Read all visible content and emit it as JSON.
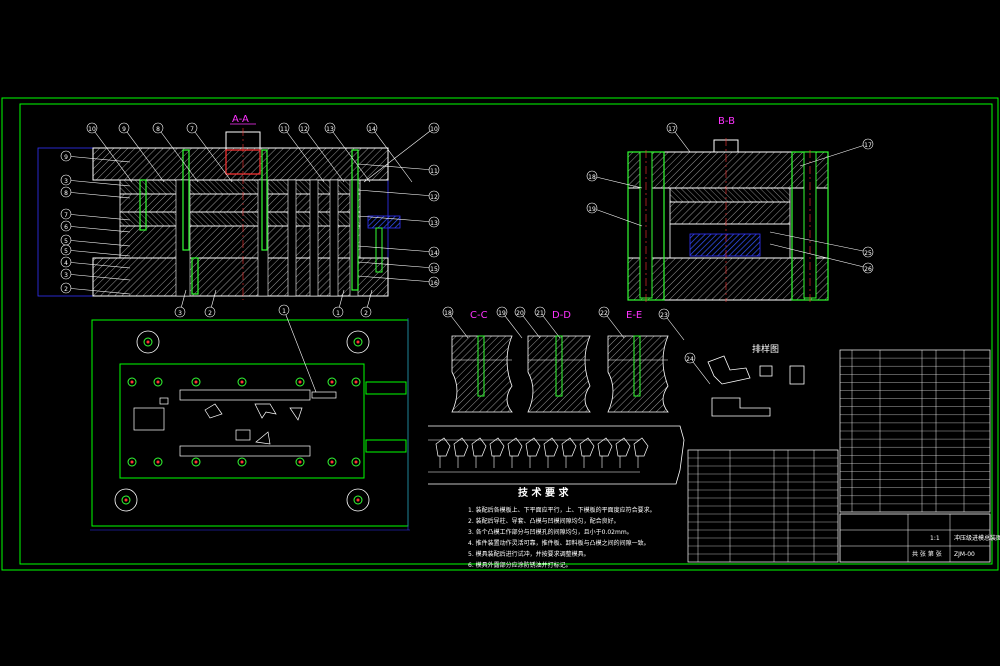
{
  "drawing": {
    "colors": {
      "background": "#000000",
      "frame": "#00ff00",
      "outline": "#ffffff",
      "hatch": "#ffffff",
      "part_green": "#33ff33",
      "section_label": "#ff33ff",
      "centerline": "#ff3333",
      "dimension": "#3333ff",
      "slab_fill": "#0a0a0a"
    },
    "section_labels": {
      "aa": "A-A",
      "bb": "B-B",
      "cc": "C-C",
      "dd": "D-D",
      "ee": "E-E"
    },
    "main_view_callouts": {
      "left": [
        "9",
        "3",
        "8",
        "7",
        "6",
        "5",
        "5",
        "4",
        "3",
        "2"
      ],
      "top": [
        "10",
        "9",
        "8",
        "7",
        "11",
        "12",
        "13",
        "14",
        "10"
      ],
      "right": [
        "11",
        "12",
        "13",
        "14",
        "15",
        "16"
      ],
      "bottom": [
        "3",
        "2",
        "1",
        "2"
      ]
    },
    "section_bb_callouts": {
      "top": "17",
      "left": [
        "18",
        "19"
      ],
      "right": [
        "17",
        "25",
        "26"
      ]
    },
    "detail_callouts": [
      "18",
      "19",
      "20",
      "21",
      "22",
      "23",
      "24"
    ],
    "plan_view_callout": "1",
    "strip_layout_title": "排样图",
    "tech_requirements": {
      "title": "技 术 要 求",
      "items": [
        "1. 装配后各模板上、下平面应平行，上、下模板的平面度应符合要求。",
        "2. 装配后导柱、导套、凸模与凹模间隙均匀，配合良好。",
        "3. 各个凸模工作部分与凹模孔的间隙均匀，且小于0.02mm。",
        "4. 推件装置动作灵活可靠，推件板、卸料板与凸模之间的间隙一致。",
        "5. 模具装配后进行试冲，并按要求调整模具。",
        "6. 模具外露部分应涂防锈油并打标记。"
      ]
    },
    "title_block": {
      "drawing_name": "冲压级进模总装图",
      "drawing_code": "ZJM-00",
      "scale": "1:1",
      "sheet": "共 张 第 张"
    }
  }
}
